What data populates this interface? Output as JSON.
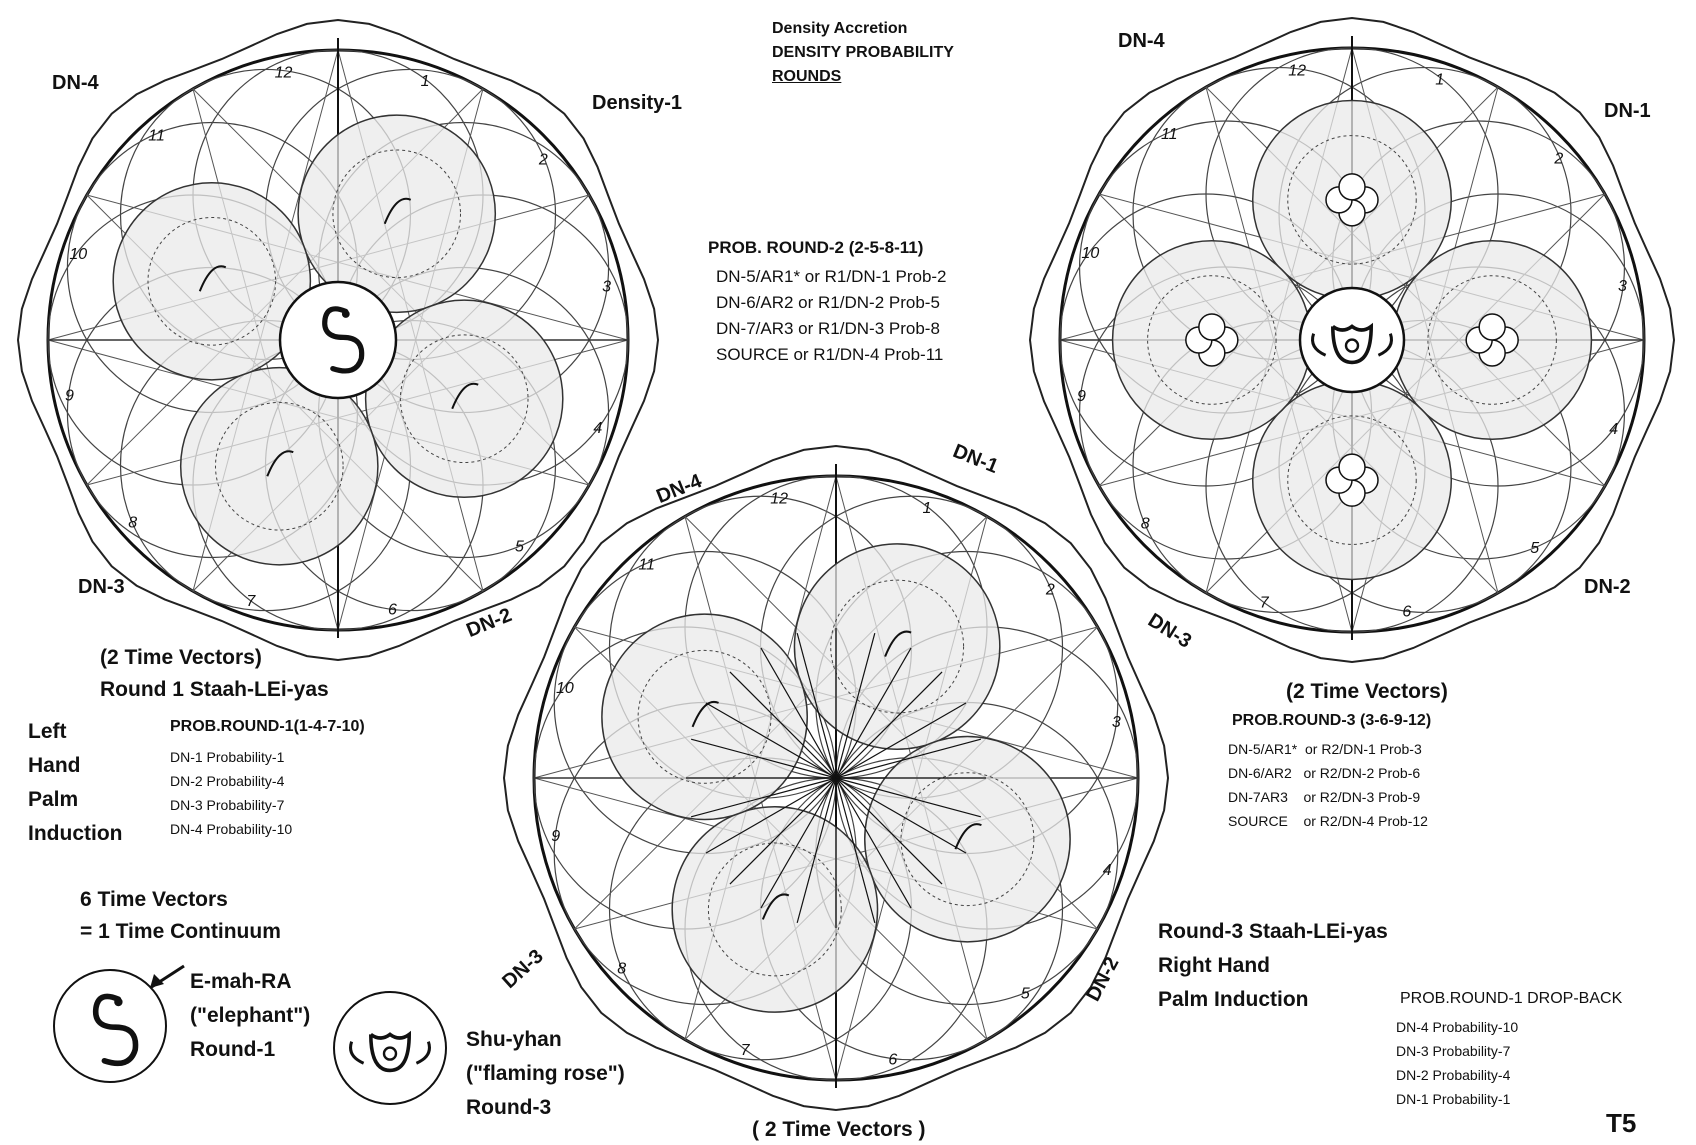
{
  "header": {
    "line1": "Density Accretion",
    "line2": "DENSITY PROBABILITY",
    "line3": "ROUNDS"
  },
  "diagram_left": {
    "labels": {
      "top_left": "DN-4",
      "top_right": "Density-1",
      "bottom_left": "DN-3",
      "bottom_right": "DN-2"
    },
    "numbers": [
      "1",
      "2",
      "3",
      "4",
      "5",
      "6",
      "7",
      "8",
      "9",
      "10",
      "11",
      "12"
    ],
    "caption1": "(2 Time Vectors)",
    "caption2": "Round 1 Staah-LEi-yas"
  },
  "diagram_right": {
    "labels": {
      "top_left": "DN-4",
      "top_right": "DN-1",
      "bottom_left": "DN-3",
      "bottom_right": "DN-2"
    },
    "numbers": [
      "1",
      "2",
      "3",
      "4",
      "5",
      "6",
      "7",
      "8",
      "9",
      "10",
      "11",
      "12"
    ],
    "caption1": "(2 Time Vectors)"
  },
  "diagram_bottom": {
    "labels": {
      "top_left": "DN-4",
      "top_right": "DN-1",
      "bottom_left": "DN-3",
      "bottom_right": "DN-2"
    },
    "numbers": [
      "1",
      "2",
      "3",
      "4",
      "5",
      "6",
      "7",
      "8",
      "9",
      "10",
      "11",
      "12"
    ],
    "caption1": "( 2 Time Vectors )"
  },
  "prob_round_2": {
    "title": "PROB. ROUND-2 (2-5-8-11)",
    "lines": [
      "DN-5/AR1* or R1/DN-1 Prob-2",
      "DN-6/AR2 or R1/DN-2 Prob-5",
      "DN-7/AR3 or R1/DN-3 Prob-8",
      "SOURCE or R1/DN-4 Prob-11"
    ]
  },
  "left_hand": {
    "words": [
      "Left",
      "Hand",
      "Palm",
      "Induction"
    ]
  },
  "prob_round_1": {
    "title": "PROB.ROUND-1(1-4-7-10)",
    "lines": [
      "DN-1 Probability-1",
      "DN-2 Probability-4",
      "DN-3 Probability-7",
      "DN-4 Probability-10"
    ]
  },
  "prob_round_3": {
    "title": "PROB.ROUND-3 (3-6-9-12)",
    "lines": [
      "DN-5/AR1*  or R2/DN-1 Prob-3",
      "DN-6/AR2   or R2/DN-2 Prob-6",
      "DN-7AR3    or R2/DN-3 Prob-9",
      "SOURCE    or R2/DN-4 Prob-12"
    ]
  },
  "time_vectors": {
    "line1": "6 Time Vectors",
    "line2": "= 1 Time Continuum"
  },
  "emahra": {
    "line1": "E-mah-RA",
    "line2": "(\"elephant\")",
    "line3": "Round-1"
  },
  "shuyhan": {
    "line1": "Shu-yhan",
    "line2": "(\"flaming rose\")",
    "line3": "Round-3"
  },
  "round3": {
    "line1": "Round-3 Staah-LEi-yas",
    "line2": "Right Hand",
    "line3": "Palm Induction"
  },
  "drop_back": {
    "title": "PROB.ROUND-1 DROP-BACK",
    "lines": [
      "DN-4 Probability-10",
      "DN-3 Probability-7",
      "DN-2 Probability-4",
      "DN-1 Probability-1"
    ]
  },
  "page_tag": "T5"
}
